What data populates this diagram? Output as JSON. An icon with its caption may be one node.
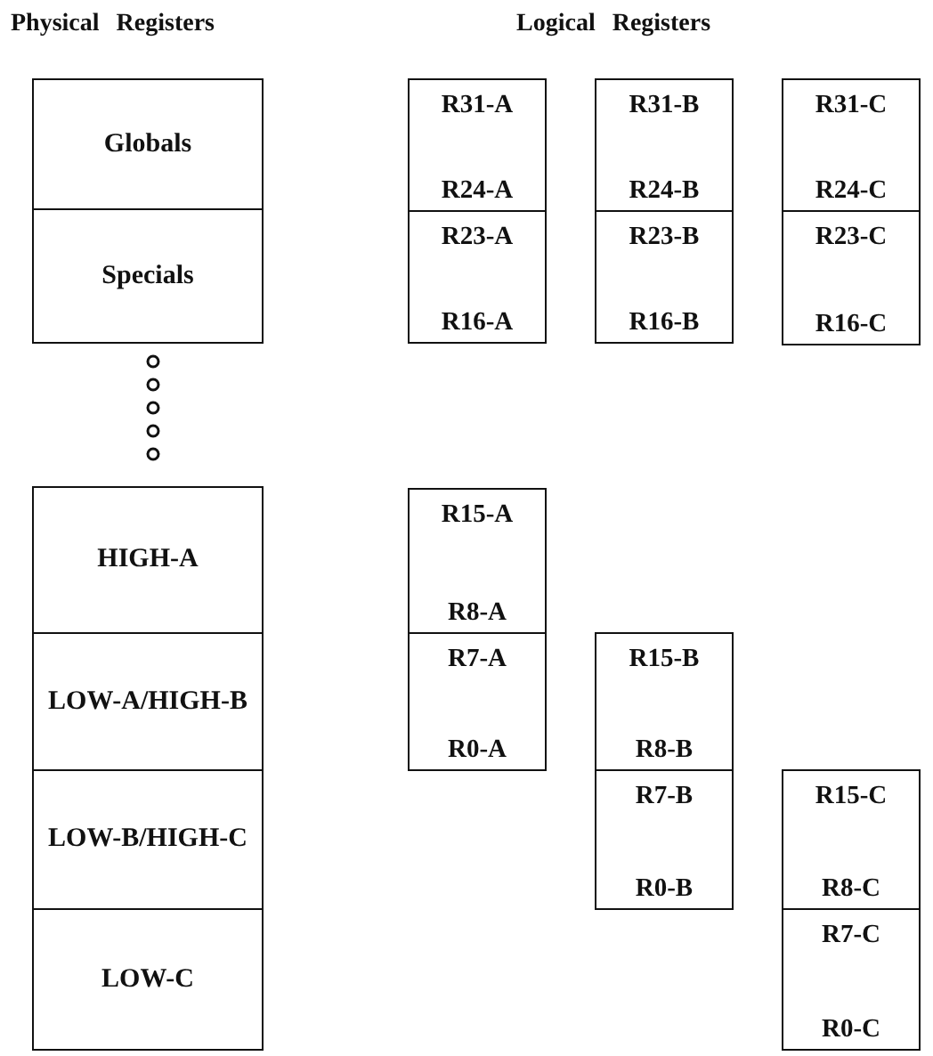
{
  "diagram": {
    "nodes": [
      {
        "text": [
          "Globals"
        ]
      },
      {
        "text": [
          "Specials"
        ]
      },
      {
        "text": [
          "HIGH-A"
        ]
      },
      {
        "text": [
          "LOW-A/HIGH-B"
        ]
      },
      {
        "text": [
          "LOW-B/HIGH-C"
        ]
      },
      {
        "text": [
          "LOW-C"
        ]
      },
      {
        "text": [
          "R31-A",
          "R24-A"
        ]
      },
      {
        "text": [
          "R31-B",
          "R24-B"
        ]
      },
      {
        "text": [
          "R31-C",
          "R24-C"
        ]
      },
      {
        "text": [
          "R23-A",
          "R16-A"
        ]
      },
      {
        "text": [
          "R23-B",
          "R16-B"
        ]
      },
      {
        "text": [
          "R23-C",
          "R16-C"
        ]
      },
      {
        "text": [
          "R15-A",
          "R8-A"
        ]
      },
      {
        "text": [
          "R7-A",
          "R0-A"
        ]
      },
      {
        "text": [
          "R15-B",
          "R8-B"
        ]
      },
      {
        "text": [
          "R7-B",
          "R0-B"
        ]
      },
      {
        "text": [
          "R15-C",
          "R8-C"
        ]
      },
      {
        "text": [
          "R7-C",
          "R0-C"
        ]
      }
    ],
    "labels": [
      "Physical Registers",
      "Logical Registers"
    ]
  }
}
